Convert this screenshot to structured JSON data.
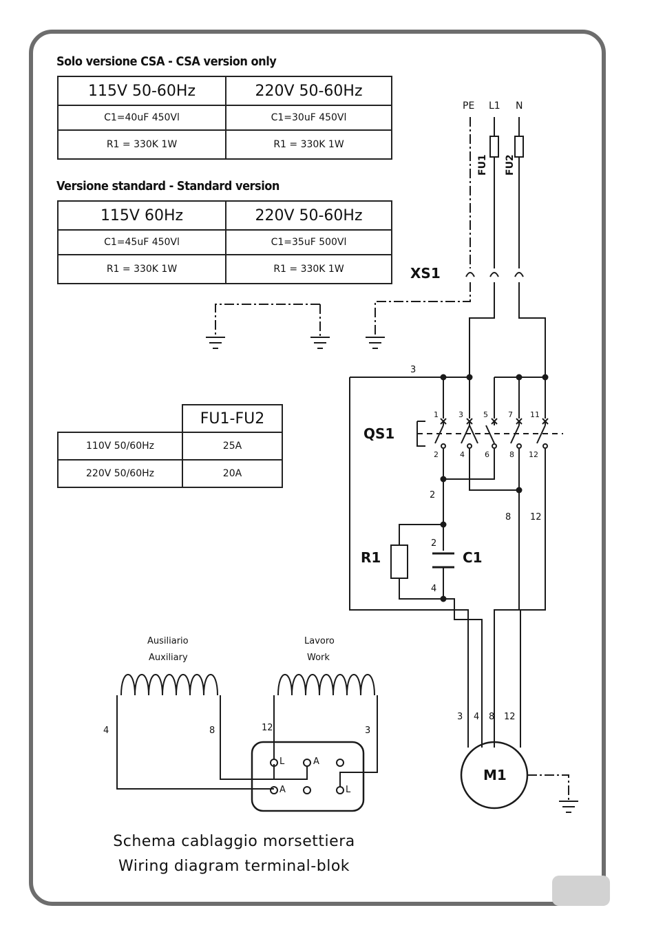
{
  "csa": {
    "heading": "Solo versione CSA - CSA version only",
    "headers": [
      "115V 50-60Hz",
      "220V 50-60Hz"
    ],
    "rows": [
      [
        "C1=40uF 450Vl",
        "C1=30uF 450Vl"
      ],
      [
        "R1 = 330K 1W",
        "R1 = 330K 1W"
      ]
    ]
  },
  "standard": {
    "heading": "Versione standard - Standard version",
    "headers": [
      "115V 60Hz",
      "220V 50-60Hz"
    ],
    "rows": [
      [
        "C1=45uF 450Vl",
        "C1=35uF 500Vl"
      ],
      [
        "R1 = 330K 1W",
        "R1 = 330K 1W"
      ]
    ]
  },
  "fuses": {
    "header": "FU1-FU2",
    "rows": [
      [
        "110V 50/60Hz",
        "25A"
      ],
      [
        "220V 50/60Hz",
        "20A"
      ]
    ]
  },
  "schematic": {
    "supply": [
      "PE",
      "L1",
      "N"
    ],
    "fuse1": "FU1",
    "fuse2": "FU2",
    "connector": "XS1",
    "switch": "QS1",
    "resistor": "R1",
    "capacitor": "C1",
    "motor": "M1",
    "wire_3": "3",
    "wire_2": "2",
    "wire_4": "4",
    "wire_8": "8",
    "wire_12": "12",
    "contacts_top": [
      "1",
      "3",
      "5",
      "7",
      "11"
    ],
    "contacts_bottom": [
      "2",
      "4",
      "6",
      "8",
      "12"
    ]
  },
  "terminal": {
    "aux_label1": "Ausiliario",
    "aux_label2": "Auxiliary",
    "work_label1": "Lavoro",
    "work_label2": "Work",
    "wire_4": "4",
    "wire_8": "8",
    "wire_12": "12",
    "wire_3": "3",
    "term_L": "L",
    "term_A": "A"
  },
  "caption": {
    "line1": "Schema cablaggio morsettiera",
    "line2": "Wiring diagram terminal-blok"
  }
}
